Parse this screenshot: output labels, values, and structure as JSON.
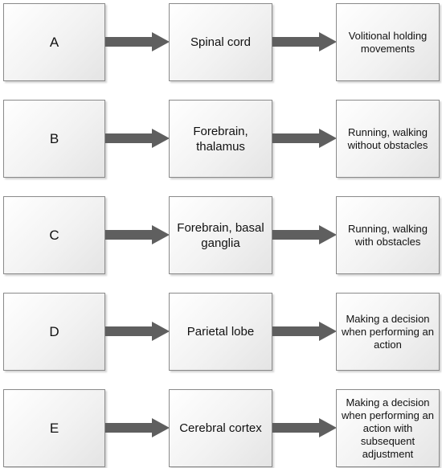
{
  "rows": [
    {
      "letter": "A",
      "structure": "Spinal cord",
      "function": "Volitional holding movements"
    },
    {
      "letter": "B",
      "structure": "Forebrain, thalamus",
      "function": "Running, walking without obstacles"
    },
    {
      "letter": "C",
      "structure": "Forebrain, basal ganglia",
      "function": "Running, walking with obstacles"
    },
    {
      "letter": "D",
      "structure": "Parietal lobe",
      "function": "Making a decision when performing an action"
    },
    {
      "letter": "E",
      "structure": "Cerebral cortex",
      "function": "Making a decision when performing an action with subsequent adjustment"
    }
  ],
  "colors": {
    "arrow": "#5f5f5f",
    "box_border": "#8a8a8a"
  }
}
